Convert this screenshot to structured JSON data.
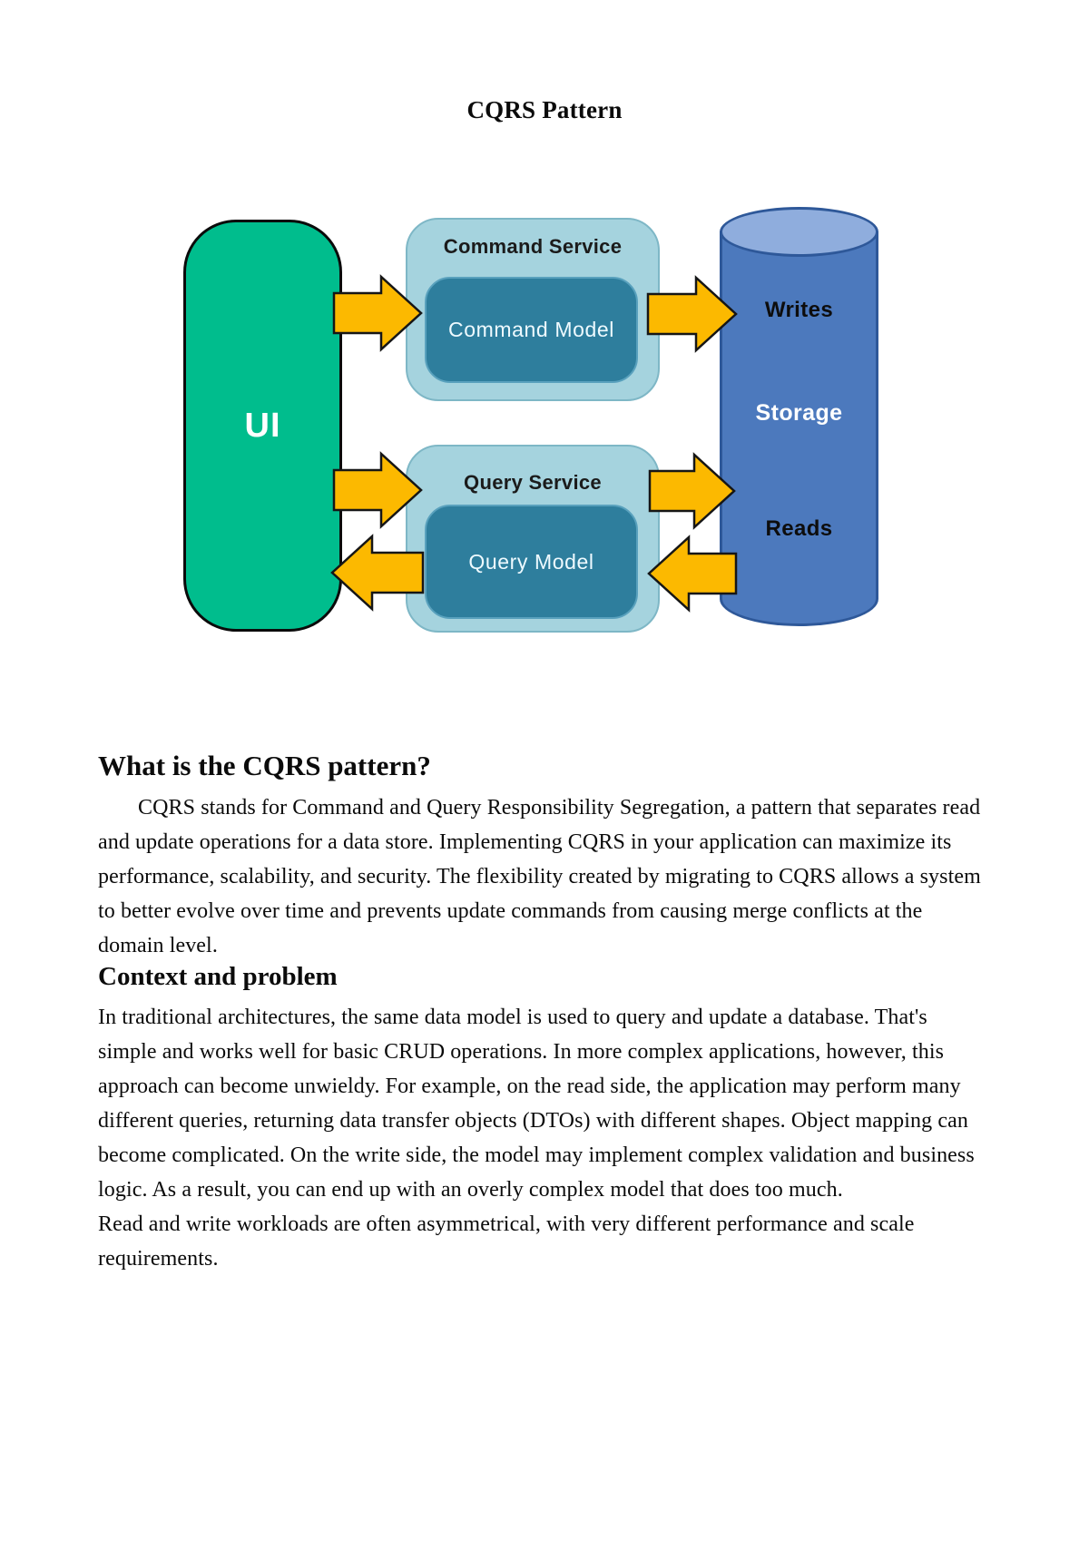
{
  "page": {
    "title": "CQRS Pattern"
  },
  "diagram": {
    "ui": {
      "label": "UI"
    },
    "command_service": {
      "title": "Command Service",
      "model": "Command Model"
    },
    "query_service": {
      "title": "Query Service",
      "model": "Query Model"
    },
    "storage": {
      "writes": "Writes",
      "label": "Storage",
      "reads": "Reads"
    },
    "arrows": [
      {
        "name": "ui-to-command-service",
        "direction": "right"
      },
      {
        "name": "command-service-to-storage-writes",
        "direction": "right"
      },
      {
        "name": "ui-to-query-service",
        "direction": "right"
      },
      {
        "name": "query-service-to-storage-reads",
        "direction": "right"
      },
      {
        "name": "storage-to-query-model",
        "direction": "left"
      },
      {
        "name": "query-model-to-ui",
        "direction": "left"
      }
    ],
    "colors": {
      "ui_fill": "#00BD8D",
      "service_fill": "#A5D3DE",
      "model_fill": "#2E7E9D",
      "cylinder_fill": "#4C79BD",
      "cylinder_top_fill": "#8FADDD",
      "arrow_fill": "#FCB900"
    }
  },
  "sections": [
    {
      "heading": "What is the CQRS pattern?",
      "paragraphs": [
        "CQRS stands for Command and Query Responsibility Segregation, a pattern that separates read and update operations for a data store. Implementing CQRS in your application can maximize its performance, scalability, and security. The flexibility created by migrating to CQRS allows a system to better evolve over time and prevents update commands from causing merge conflicts at the domain level."
      ]
    },
    {
      "heading": "Context and problem",
      "paragraphs": [
        "In traditional architectures, the same data model is used to query and update a database. That's simple and works well for basic CRUD operations. In more complex applications, however, this approach can become unwieldy. For example, on the read side, the application may perform many different queries, returning data transfer objects (DTOs) with different shapes. Object mapping can become complicated. On the write side, the model may implement complex validation and business logic. As a result, you can end up with an overly complex model that does too much.",
        "Read and write workloads are often asymmetrical, with very different performance and scale requirements."
      ]
    }
  ]
}
